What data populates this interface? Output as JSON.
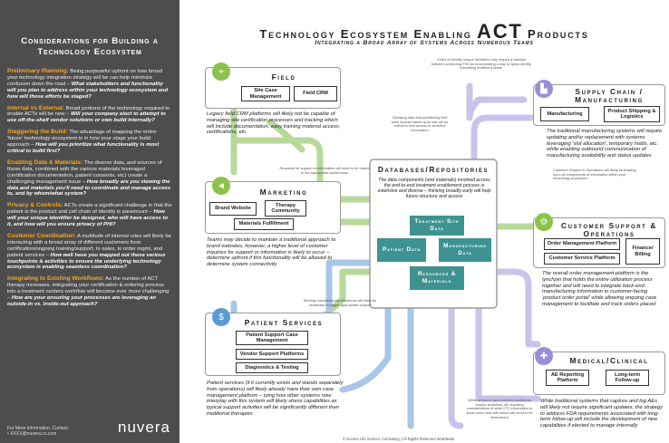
{
  "sidebar": {
    "title": "Considerations for Building a Technology Ecosystem",
    "sections": [
      {
        "heading": "Preliminary Planning:",
        "body": " Being purposeful upfront on how broad your technology integration strategy will be can help minimize confusion down the road – ",
        "question": "What stakeholders and functionality will you plan to address within your technology ecosystem and how will those efforts be staged?"
      },
      {
        "heading": "Internal vs External:",
        "body": " Broad portions of the technology required to enable ACTs will be new – ",
        "question": "Will your company elect to attempt to use off-the-shelf vendor solutions or own build internally?"
      },
      {
        "heading": "Staggering the Build:",
        "body": " The advantage of mapping the entire 'future' technology ecosystem is in how your stage your build approach – ",
        "question": "How will you prioritize what functionality is most critical to build first?"
      },
      {
        "heading": "Enabling Data & Materials:",
        "body": " The diverse data, and sources of those data, combined with the various materials leveraged (certification documentation, patient consents, etc) create a challenging management issue – ",
        "question": "How broadly are you viewing the data and materials you'll need to coordinate and manage access to, and by whom/what system?"
      },
      {
        "heading": "Privacy & Controls:",
        "body": " ACTs create a significant challenge in that the patient is the product and cell chain of identity is paramount – ",
        "question": "How will your unique identifier be designed, who will have access to it, and how will you ensure privacy of PHI?"
      },
      {
        "heading": "Customer Coordination:",
        "body": " A multitude of internal roles will likely be interacting with a broad array of different customers from certification/ongoing training/support, to sales, to order mgmt, and patient services – ",
        "question": "How well have you mapped out these various touchpoints & activities to ensure the underlying technology ecosystem is enabling seamless coordination?"
      },
      {
        "heading": "Integrating to Existing Workflows:",
        "body": " As the number of ACT therapy increases, integrating your certification & ordering process into a treatment centers workflow will become ever more challenging – ",
        "question": "How are your ensuring your processes are leveraging an outside-in vs. inside-out approach?"
      }
    ],
    "contact_label": "For More Information, Contact:",
    "contact_email": "XXXX@nuvera.co.com",
    "logo": "nuvera"
  },
  "header": {
    "title_pre": "Technology Ecosystem Enabling ",
    "title_big": "ACT",
    "title_post": " Products",
    "subtitle": "Integrating a Broad Array of Systems Across Numerous Teams"
  },
  "panels": {
    "field": {
      "title": "Field",
      "buttons": [
        "Site Case Management",
        "Field CRM"
      ],
      "desc": "Legacy field CRM platforms will likely not be capable of managing site certification processes and tracking which will include documentation, easy training material access, certifications, etc.",
      "icon": "map-pin-icon",
      "color": "#8bc34a"
    },
    "supply": {
      "title": "Supply Chain / Manufacturing",
      "buttons": [
        "Manufacturing",
        "Product Shipping & Logistics"
      ],
      "desc": "The traditional manufacturing systems will require updating and/or replacement with systems leveraging 'slot allocation', temporary holds, etc. while enabling outbound communication of manufacturing availability and status updates",
      "icon": "factory-icon",
      "color": "#9b8ed8"
    },
    "marketing": {
      "title": "Marketing",
      "buttons": [
        "Brand Website",
        "Therapy Community",
        "Materials Fulfillment"
      ],
      "desc": "Teams may decide to maintain a traditional approach to brand websites, however, a higher level of customer inquiries for support or information is likely to occur – determine upfront if this functionality will be allowed to determine system connectivity",
      "icon": "megaphone-icon",
      "color": "#8bc34a"
    },
    "customer": {
      "title": "Customer Support & Operations",
      "buttons": [
        "Order Management Platform",
        "Customer Service Platform",
        "Finance/ Billing"
      ],
      "desc": "The overall order management platform is the lynchpin that holds the entire utilization process together and will need to integrate back-end manufacturing information to customer-facing 'product order portal' while allowing ongoing case management to facilitate and track orders placed",
      "icon": "gears-icon",
      "color": "#8bc34a"
    },
    "patient": {
      "title": "Patient Services",
      "buttons": [
        "Patient Support Case Management",
        "Vendor Support Platforms",
        "Diagnostics & Testing"
      ],
      "desc": "Patient services (if it currently exists and stands separately from operations) will likely already have their own case management platform – tying how other systems now interplay with this system will likely stress capabilities as typical support activities will be significantly different than traditional therapies",
      "icon": "dollar-hand-icon",
      "color": "#5b9bd5"
    },
    "medical": {
      "title": "Medical/Clinical",
      "buttons": [
        "AE Reporting Platform",
        "Long-term Follow-up"
      ],
      "desc": "While traditional systems that capture and log AEs will likely not require significant updates, the strategy to address FDA requirements associated with long-term follow-up will include the development of new capabilities if elected to manage internally",
      "icon": "medical-icon",
      "color": "#9b8ed8"
    }
  },
  "db": {
    "title": "Databases/Repositories",
    "desc": "The data components (and materials) involved across the end-to-end treatment enablement process is extensive and diverse – thinking broadly early will help future structure and access",
    "boxes": [
      "Treatment Site Data",
      "Patient Data",
      "Manufacturing Data",
      "Resources & Materials"
    ]
  },
  "notes": [
    "Chain of identity unique identifiers may require a balance between protecting PHI but incorporating a way to quick identify submitting treatment center",
    "Clarifying data and partitioning field team access based upon role will be critical to limit access to sensitive information",
    "Requests for support or information will need to be routed to the appropriate system/user",
    "Customer Support & Operations will likely be drawing upon all components of information within your technology ecosystem",
    "Sharing manufacturing milestones will likely be necessary to trigger appropriate support",
    "While all teams (and potential platforms) require seamless, AE reporting considerations of what CTC information to share when and with whom will need to be determined"
  ],
  "footer": "© Nuvera Life Science Consulting | All Rights Reserved Worldwide"
}
